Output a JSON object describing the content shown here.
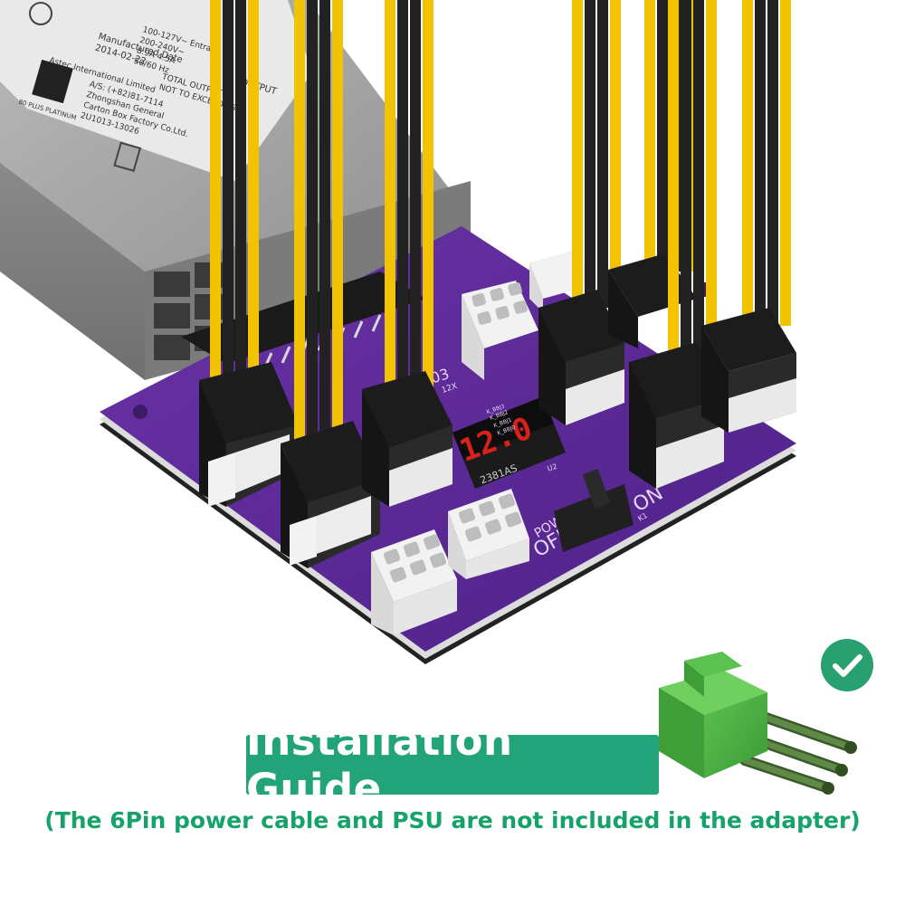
{
  "title": "Installation Guide",
  "subtitle": "(The 6Pin power cable and PSU are not included in the adapter)",
  "psu_label": {
    "lines": [
      "Manufactured Date",
      "2014-02-22",
      "Astec International Limited",
      "A/S: (+82)81-7114",
      "Zhongshan General",
      "Carton Box Factory Co.Ltd.",
      "2U1013-13026",
      "TOTAL OUTPUT P",
      "NOT TO EXCEED 750",
      "100-127V~  Entrada",
      "200-240V~",
      "8.9A 4.5A",
      "50/60 Hz",
      "OUTPUT"
    ],
    "plus_badge": "80 PLUS PLATINUM"
  },
  "board": {
    "model": "N03",
    "sub": "12X",
    "display": "12.0",
    "display_chip": "2381AS",
    "chip_label": "U2",
    "switch_on": "ON",
    "switch_off": "OFF",
    "switch_pow": "POW",
    "switch_ref": "K1",
    "led_labels": [
      "K_BBJ3",
      "K_BBJ2",
      "K_BBJ1",
      "K_BBJ0"
    ]
  },
  "colors": {
    "accent": "#22a37a",
    "subtitle": "#16a36a",
    "board": "#5a2896",
    "wire_yellow": "#f2c300",
    "wire_black": "#222222",
    "psu_metal": "#9a9a9a",
    "green_connector": "#48b040"
  },
  "icons": {
    "check": "check-circle-icon",
    "connector": "green-6pin-connector-icon"
  }
}
